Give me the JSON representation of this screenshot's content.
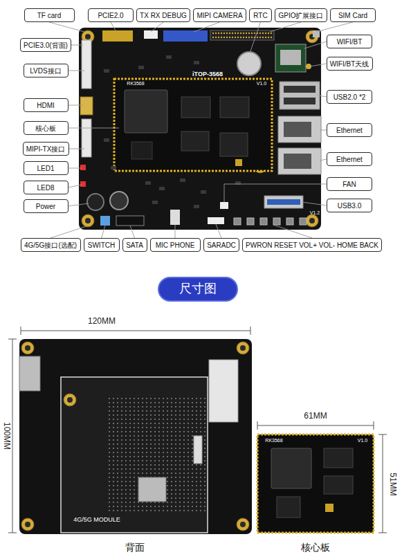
{
  "diagram": {
    "nodes": [
      {
        "text": [
          "TF card"
        ]
      },
      {
        "text": [
          "PCIE2.0"
        ]
      },
      {
        "text": [
          "TX RX DEBUG"
        ]
      },
      {
        "text": [
          "MIPI CAMERA"
        ]
      },
      {
        "text": [
          "RTC"
        ]
      },
      {
        "text": [
          "GPIO扩展接口"
        ]
      },
      {
        "text": [
          "SIM Card"
        ]
      },
      {
        "text": [
          "PCIE3.0(背面)"
        ]
      },
      {
        "text": [
          "LVDS接口"
        ]
      },
      {
        "text": [
          "HDMI"
        ]
      },
      {
        "text": [
          "核心板"
        ]
      },
      {
        "text": [
          "MIPI-TX接口"
        ]
      },
      {
        "text": [
          "LED1"
        ]
      },
      {
        "text": [
          "LED8"
        ]
      },
      {
        "text": [
          "Power"
        ]
      },
      {
        "text": [
          "WIFI/BT"
        ]
      },
      {
        "text": [
          "WIFI/BT天线"
        ]
      },
      {
        "text": [
          "USB2.0 *2"
        ]
      },
      {
        "text": [
          "Ethernet"
        ]
      },
      {
        "text": [
          "Ethernet"
        ]
      },
      {
        "text": [
          "FAN"
        ]
      },
      {
        "text": [
          "USB3.0"
        ]
      },
      {
        "text": [
          "4G/5G接口(选配)"
        ]
      },
      {
        "text": [
          "SWITCH"
        ]
      },
      {
        "text": [
          "SATA"
        ]
      },
      {
        "text": [
          "MIC PHONE"
        ]
      },
      {
        "text": [
          "SARADC"
        ]
      },
      {
        "text": [
          "PWRON RESET VOL+ VOL- HOME BACK"
        ]
      },
      {
        "text": [
          "尺寸图"
        ]
      }
    ],
    "labels": [
      "iTOP-3568",
      "RK3568",
      "V1.0",
      "V1.2",
      "4G/5G MODULE",
      "120MM",
      "100MM",
      "61MM",
      "51MM",
      "背面",
      "核心板",
      "RK3568",
      "V1.0"
    ]
  }
}
